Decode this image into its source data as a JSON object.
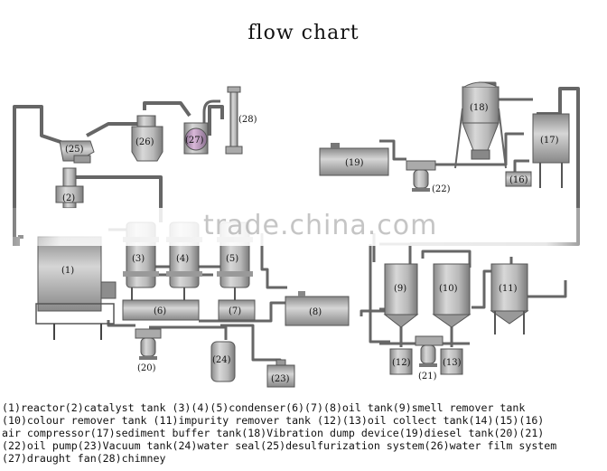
{
  "title": "flow chart",
  "watermark": "trade.china.com",
  "labels": {
    "l1": "(1)",
    "l2": "(2)",
    "l3": "(3)",
    "l4": "(4)",
    "l5": "(5)",
    "l6": "(6)",
    "l7": "(7)",
    "l8": "(8)",
    "l9": "(9)",
    "l10": "(10)",
    "l11": "(11)",
    "l12": "(12)",
    "l13": "(13)",
    "l16": "(16)",
    "l17": "(17)",
    "l18": "(18)",
    "l19": "(19)",
    "l20": "(20)",
    "l21": "(21)",
    "l22": "(22)",
    "l23": "(23)",
    "l24": "(24)",
    "l25": "(25)",
    "l26": "(26)",
    "l27": "(27)",
    "l28": "(28)"
  },
  "legend": [
    "(1)reactor(2)catalyst tank (3)(4)(5)condenser(6)(7)(8)oil tank(9)smell remover tank",
    "(10)colour remover tank (11)impurity remover tank  (12)(13)oil collect tank(14)(15)(16)",
    "air compressor(17)sediment buffer tank(18)Vibration dump device(19)diesel tank(20)(21)",
    "(22)oil pump(23)Vacuum tank(24)water seal(25)desulfurization system(26)water film system",
    "(27)draught fan(28)chimney"
  ]
}
